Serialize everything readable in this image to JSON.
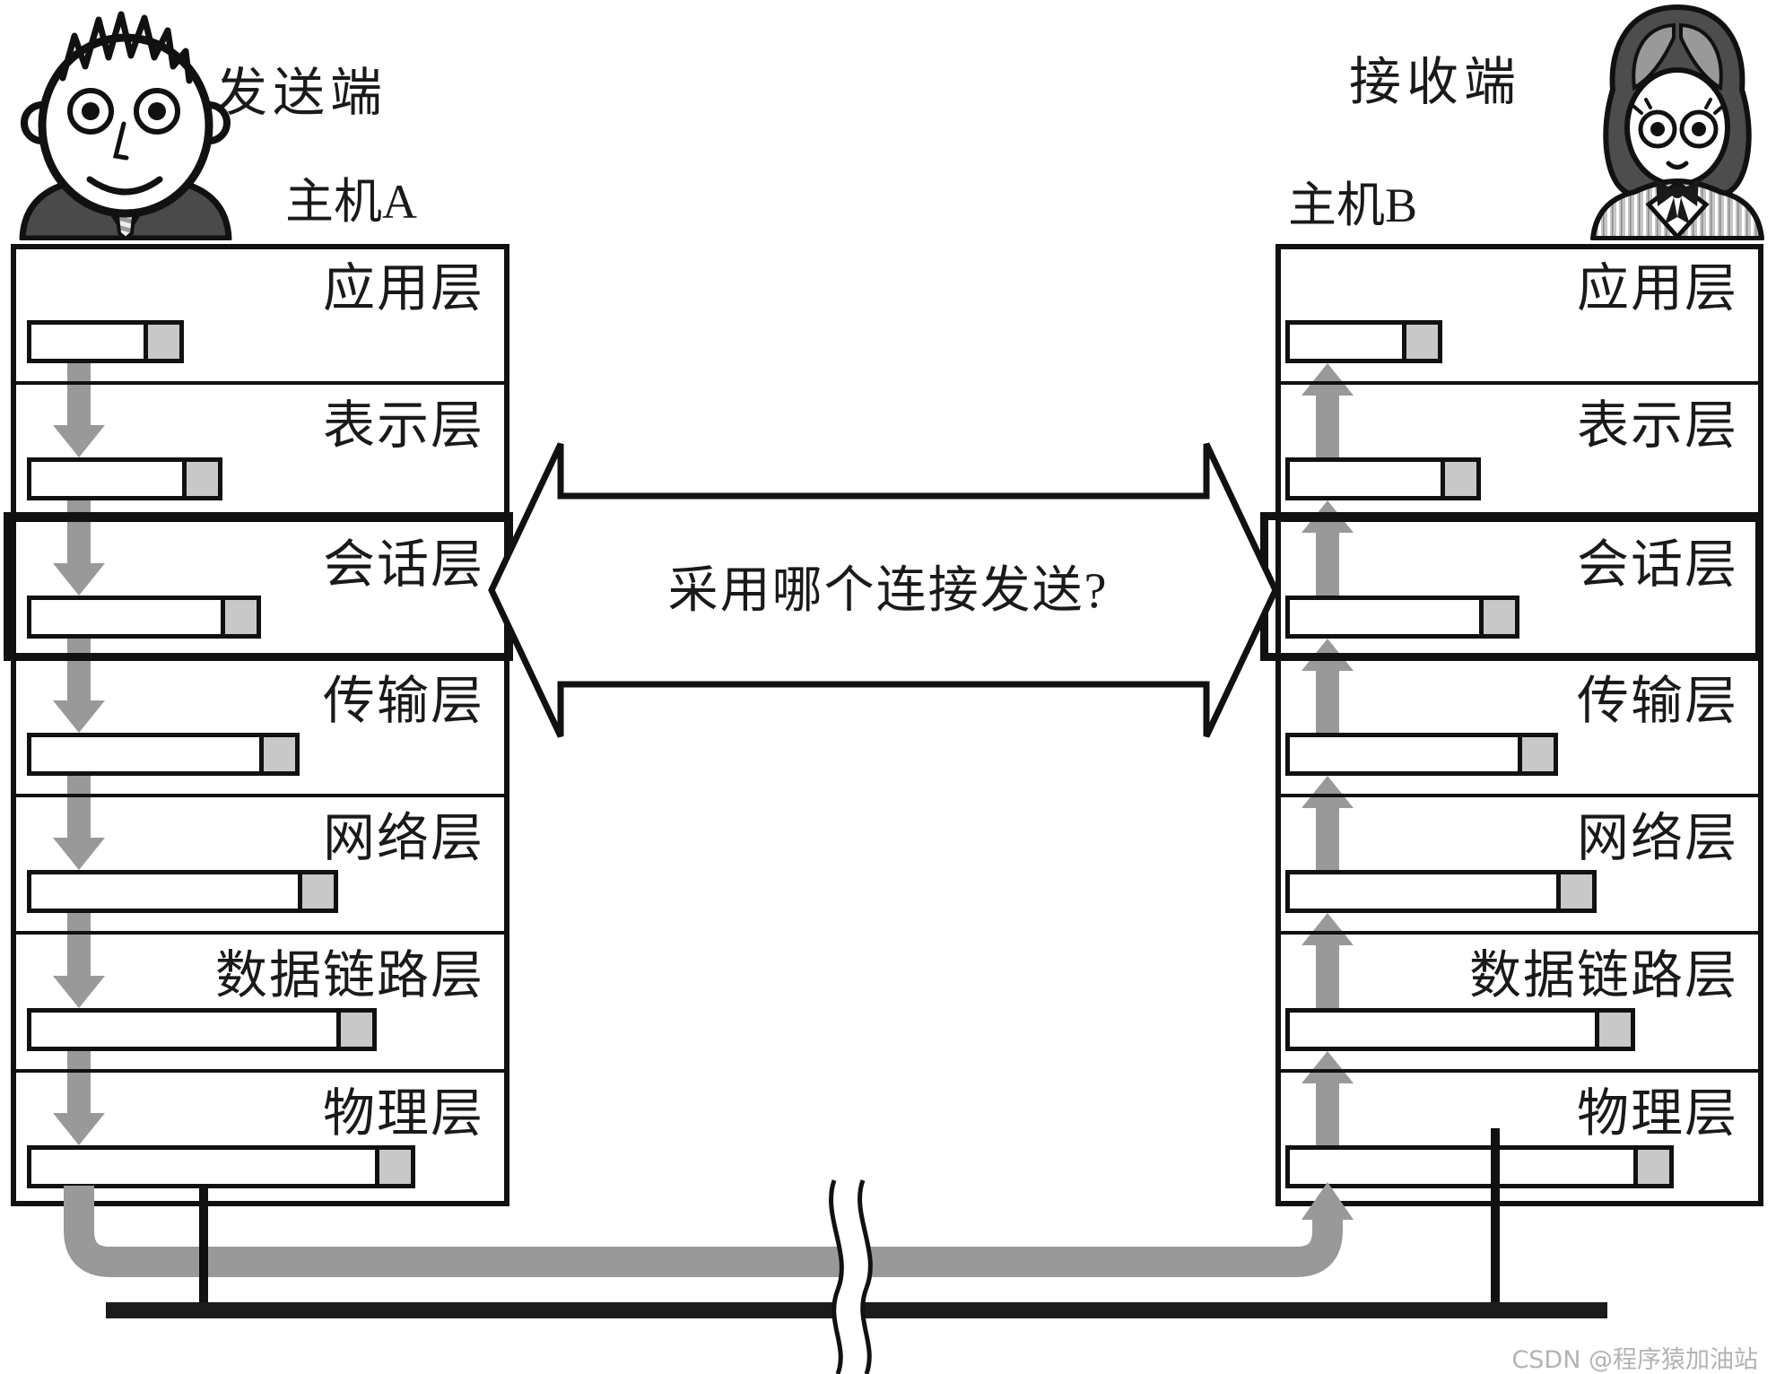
{
  "diagram": {
    "sender": {
      "role": "发送端",
      "host": "主机A",
      "avatar": "man-avatar",
      "flow_icon": "down-arrow"
    },
    "receiver": {
      "role": "接收端",
      "host": "主机B",
      "avatar": "woman-avatar",
      "flow_icon": "up-arrow"
    },
    "layers": [
      "应用层",
      "表示层",
      "会话层",
      "传输层",
      "网络层",
      "数据链路层",
      "物理层"
    ],
    "highlighted_layer": "会话层",
    "question": "采用哪个连接发送?",
    "watermark": "CSDN @程序猿加油站",
    "icons": {
      "link_break": "wavy-break-icon",
      "network_bus": "bus-line",
      "packet_header": "gray-header-segment"
    },
    "colors": {
      "outline_black": "#111111",
      "flow_gray": "#999999",
      "header_segment_gray": "#c8c8c8",
      "bus_black": "#1c1c1c",
      "suit_dark": "#4a4a4a",
      "hair_dark": "#4d4d4d",
      "hair_light": "#999999",
      "jacket_light": "#c6c6c6",
      "watermark_gray": "#b3b3b3"
    }
  }
}
